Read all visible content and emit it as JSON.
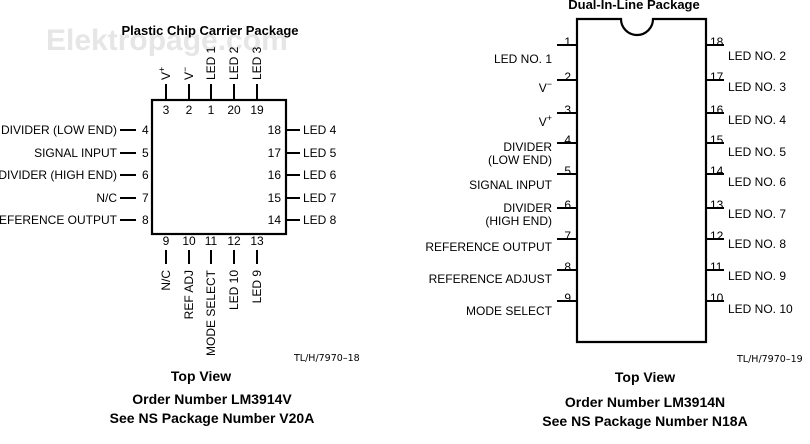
{
  "watermark": "Elektropage.com",
  "left": {
    "title": "Plastic Chip Carrier Package",
    "top_pins": [
      {
        "num": "3",
        "label": "V",
        "sup": "+"
      },
      {
        "num": "2",
        "label": "V",
        "sup": "−"
      },
      {
        "num": "1",
        "label": "LED 1",
        "sup": ""
      },
      {
        "num": "20",
        "label": "LED 2",
        "sup": ""
      },
      {
        "num": "19",
        "label": "LED 3",
        "sup": ""
      }
    ],
    "left_pins": [
      {
        "num": "4",
        "label": "DIVIDER (LOW END)"
      },
      {
        "num": "5",
        "label": "SIGNAL INPUT"
      },
      {
        "num": "6",
        "label": "DIVIDER (HIGH END)"
      },
      {
        "num": "7",
        "label": "N/C"
      },
      {
        "num": "8",
        "label": "REFERENCE OUTPUT"
      }
    ],
    "right_pins": [
      {
        "num": "18",
        "label": "LED 4"
      },
      {
        "num": "17",
        "label": "LED 5"
      },
      {
        "num": "16",
        "label": "LED 6"
      },
      {
        "num": "15",
        "label": "LED 7"
      },
      {
        "num": "14",
        "label": "LED 8"
      }
    ],
    "bottom_pins": [
      {
        "num": "9",
        "label": "N/C"
      },
      {
        "num": "10",
        "label": "REF ADJ"
      },
      {
        "num": "11",
        "label": "MODE SELECT"
      },
      {
        "num": "12",
        "label": "LED 10"
      },
      {
        "num": "13",
        "label": "LED 9"
      }
    ],
    "ref_code": "TL/H/7970–18",
    "view": "Top View",
    "order": "Order Number LM3914V",
    "package": "See NS Package Number V20A"
  },
  "right": {
    "title": "Dual-In-Line Package",
    "left_pins": [
      {
        "num": "1",
        "label": "LED NO. 1",
        "sup": ""
      },
      {
        "num": "2",
        "label": "V",
        "sup": "−"
      },
      {
        "num": "3",
        "label": "V",
        "sup": "+"
      },
      {
        "num": "4",
        "label": "DIVIDER",
        "label2": "(LOW END)",
        "sup": ""
      },
      {
        "num": "5",
        "label": "SIGNAL INPUT",
        "sup": ""
      },
      {
        "num": "6",
        "label": "DIVIDER",
        "label2": "(HIGH END)",
        "sup": ""
      },
      {
        "num": "7",
        "label": "REFERENCE OUTPUT",
        "sup": ""
      },
      {
        "num": "8",
        "label": "REFERENCE ADJUST",
        "sup": ""
      },
      {
        "num": "9",
        "label": "MODE SELECT",
        "sup": ""
      }
    ],
    "right_pins": [
      {
        "num": "18",
        "label": "LED NO. 2"
      },
      {
        "num": "17",
        "label": "LED NO. 3"
      },
      {
        "num": "16",
        "label": "LED NO. 4"
      },
      {
        "num": "15",
        "label": "LED NO. 5"
      },
      {
        "num": "14",
        "label": "LED NO. 6"
      },
      {
        "num": "13",
        "label": "LED NO. 7"
      },
      {
        "num": "12",
        "label": "LED NO. 8"
      },
      {
        "num": "11",
        "label": "LED NO. 9"
      },
      {
        "num": "10",
        "label": "LED NO. 10"
      }
    ],
    "ref_code": "TL/H/7970–19",
    "view": "Top View",
    "order": "Order Number LM3914N",
    "package": "See NS Package Number N18A"
  }
}
